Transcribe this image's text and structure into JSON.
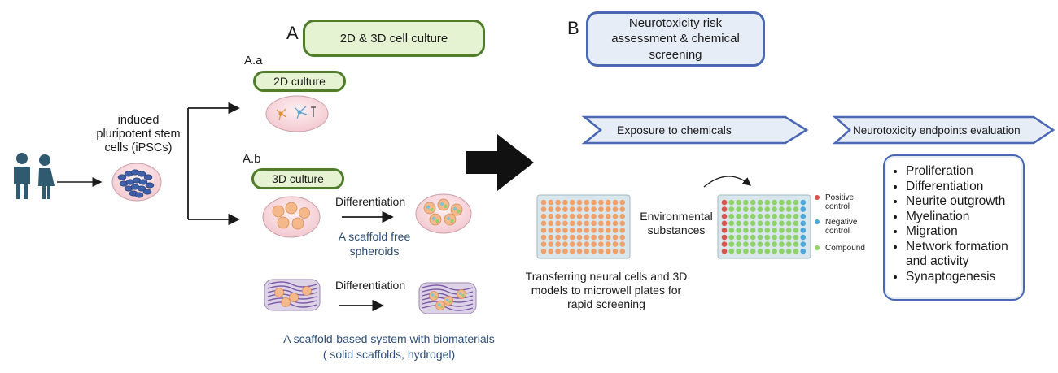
{
  "section_a": {
    "letter": "A",
    "title": "2D & 3D cell culture",
    "aa_label": "A.a",
    "aa_culture": "2D culture",
    "ab_label": "A.b",
    "ab_culture": "3D culture",
    "differentiation_1": "Differentiation",
    "differentiation_2": "Differentiation",
    "scaffold_free_line1": "A scaffold free",
    "scaffold_free_line2": "spheroids",
    "scaffold_based_line1": "A scaffold-based system with biomaterials",
    "scaffold_based_line2": "( solid  scaffolds,  hydrogel)"
  },
  "ipsc": {
    "line1": "induced",
    "line2": "pluripotent stem",
    "line3": "cells (iPSCs)"
  },
  "section_b": {
    "letter": "B",
    "title_line1": "Neurotoxicity risk",
    "title_line2": "assessment & chemical",
    "title_line3": "screening",
    "exposure_label": "Exposure to chemicals",
    "endpoints_label": "Neurotoxicity endpoints evaluation",
    "transfer_line1": "Transferring neural cells and 3D",
    "transfer_line2": "models to microwell plates for",
    "transfer_line3": "rapid screening",
    "env_line1": "Environmental",
    "env_line2": "substances"
  },
  "legend": [
    {
      "line1": "Positive",
      "line2": "control",
      "color": "#d9534f"
    },
    {
      "line1": "Negative",
      "line2": "control",
      "color": "#4fa7d9"
    },
    {
      "line1": "Compound",
      "line2": "",
      "color": "#8fd16b"
    }
  ],
  "endpoints": [
    "Proliferation",
    "Differentiation",
    "Neurite outgrowth",
    "Myelination",
    "Migration",
    "Network formation and activity",
    "Synaptogenesis"
  ],
  "colors": {
    "green_border": "#4f7d2a",
    "green_fill": "#e6f3d3",
    "blue_border": "#4a67b1",
    "blue_fill": "#e6edf7",
    "people": "#2f5a70",
    "plate_well_orange": "#f0a06a",
    "plate_well_green": "#8fd16b"
  }
}
